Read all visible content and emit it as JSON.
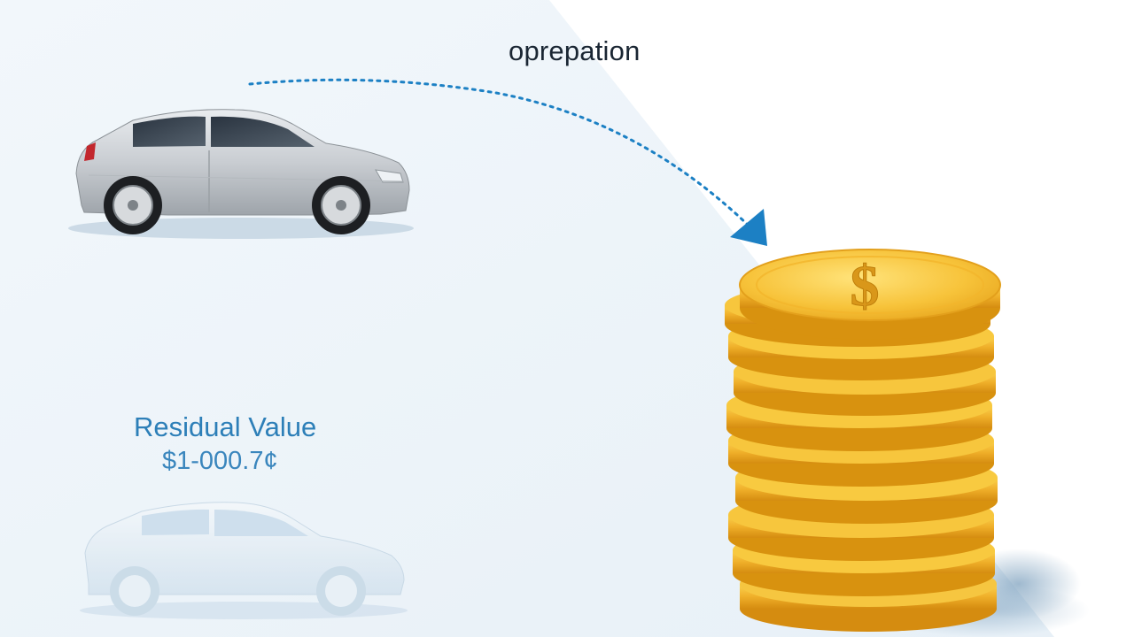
{
  "labels": {
    "top_caption": "oprepation",
    "residual_label": "Residual Value",
    "residual_amount": "$1-000.7¢"
  },
  "icons": {
    "car_new": "car-icon",
    "car_faded": "car-icon",
    "arrow": "curved-dotted-arrow-icon",
    "coins": "coin-stack-icon",
    "coin_symbol": "dollar-sign-icon"
  },
  "colors": {
    "background_left": "#eef4fa",
    "background_right": "#ffffff",
    "arrow": "#1c80c4",
    "text_dark": "#1a2633",
    "text_blue": "#2d7fb8",
    "coin_gold": "#f5c132",
    "coin_edge": "#e09a12",
    "car_silver": "#c7cbd0",
    "car_faded": "#dbe8f2"
  }
}
